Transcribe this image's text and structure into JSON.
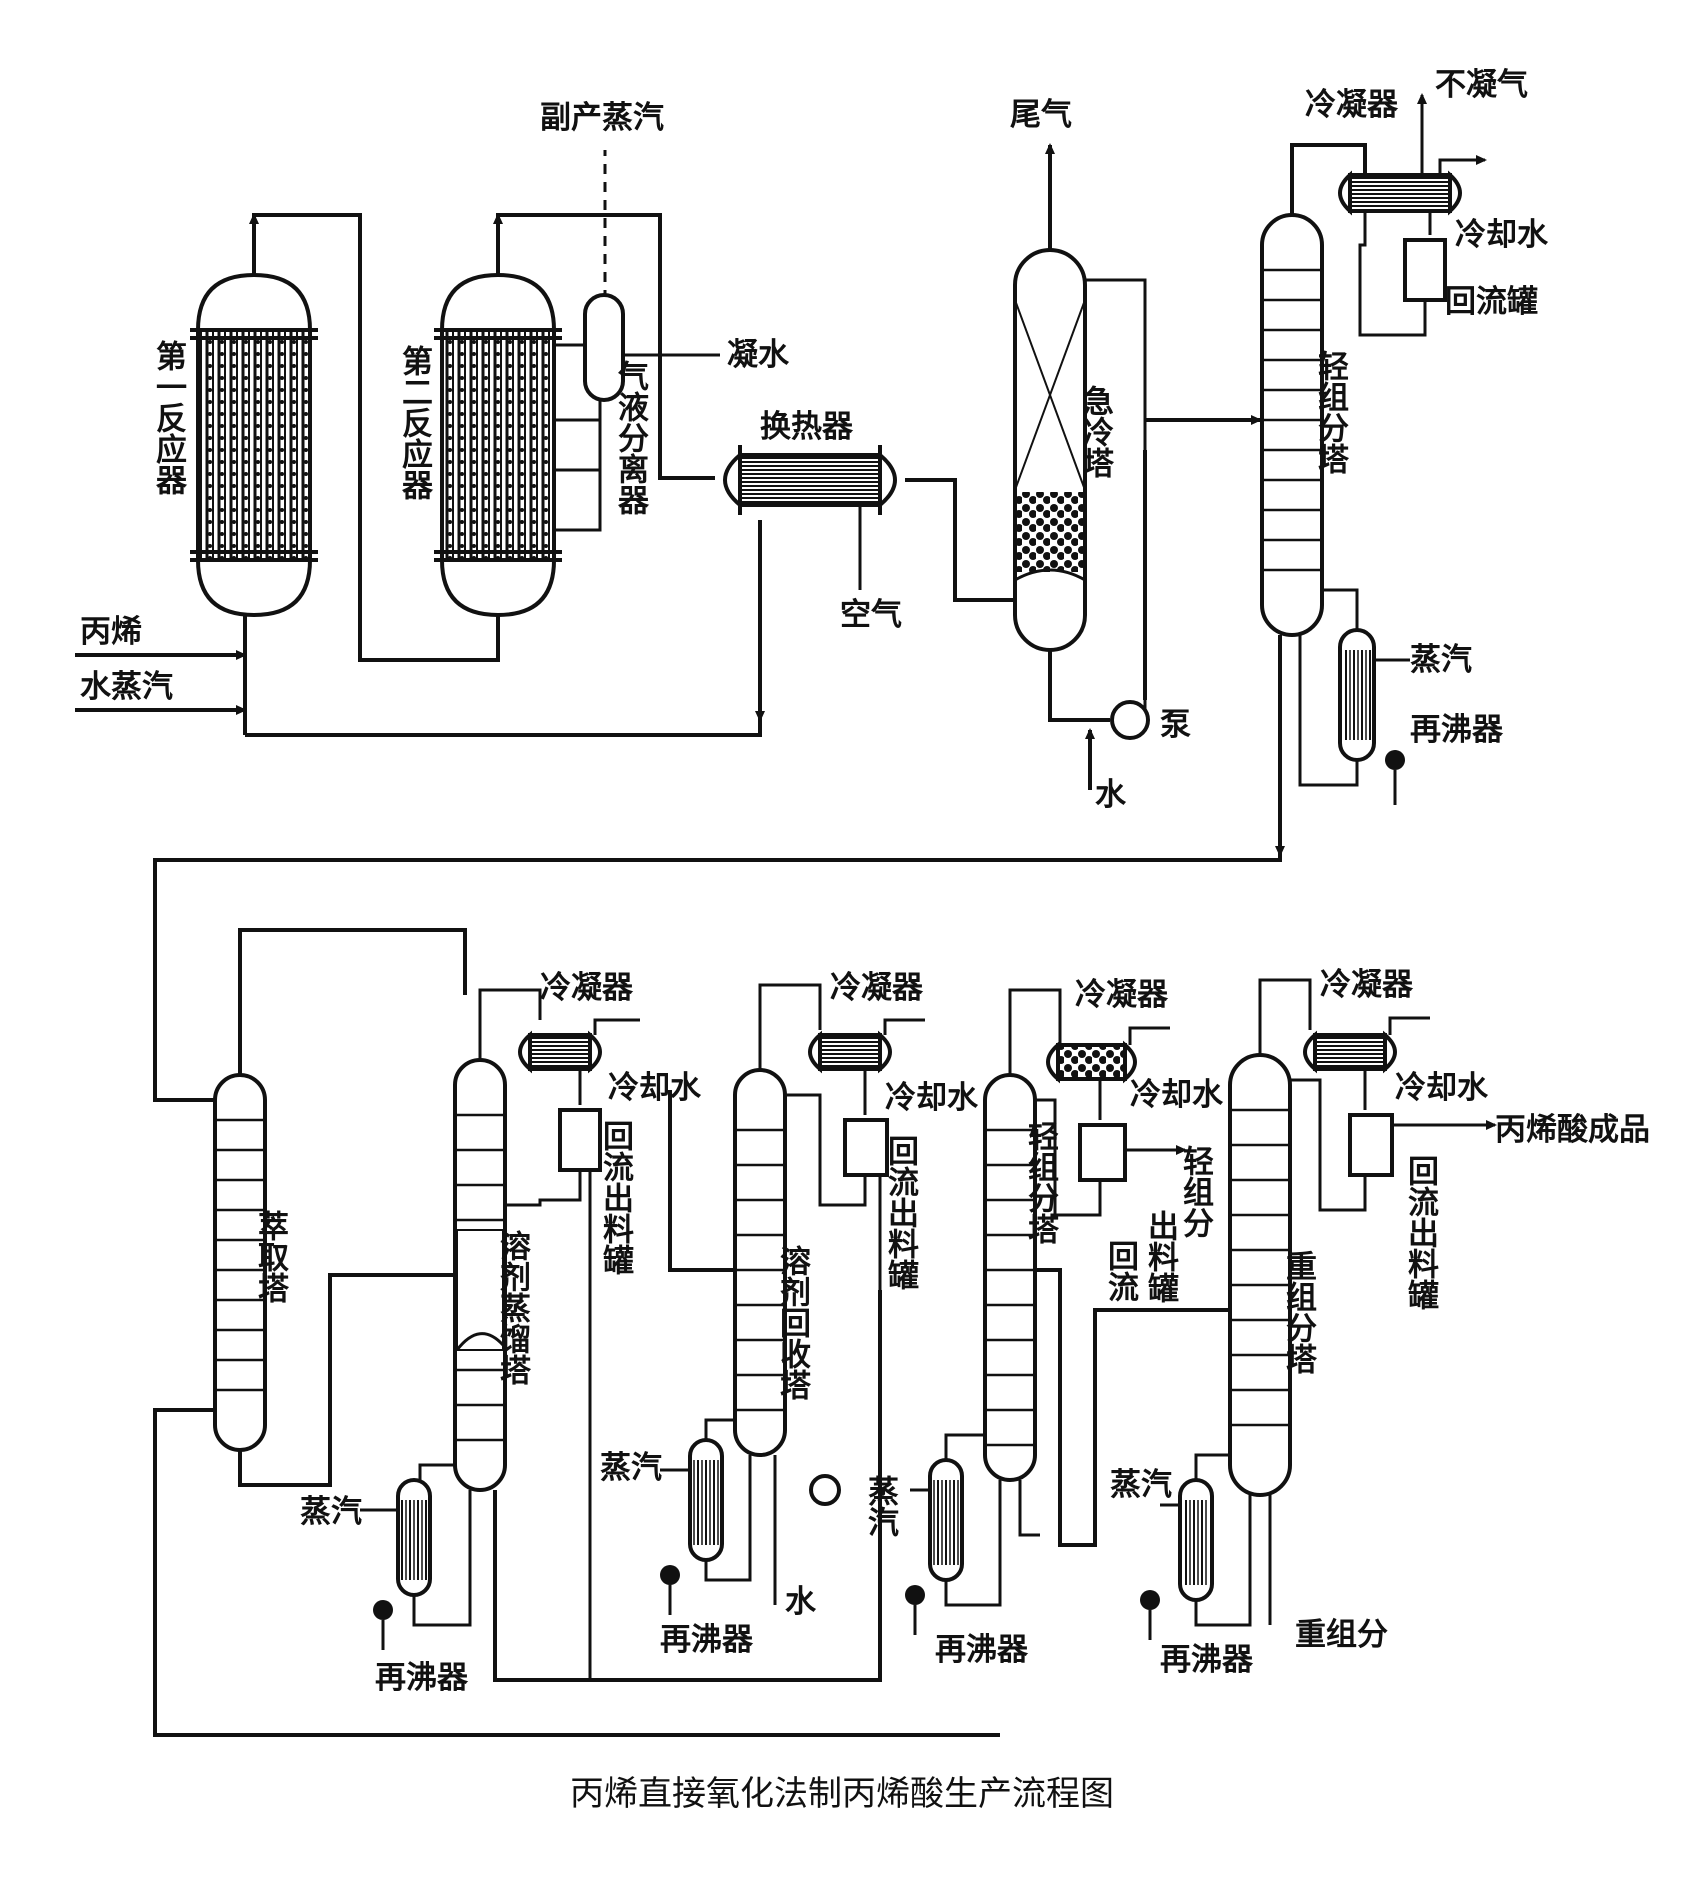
{
  "caption": "丙烯直接氧化法制丙烯酸生产流程图",
  "streams": {
    "propylene": "丙烯",
    "steam_water": "水蒸汽",
    "byproduct_steam": "副产蒸汽",
    "condensate": "凝水",
    "air": "空气",
    "tail_gas": "尾气",
    "water_in": "水",
    "noncondensable": "不凝气",
    "cooling_water": "冷却水",
    "steam": "蒸汽",
    "light_fraction": "轻组分",
    "heavy_fraction": "重组分",
    "water_out": "水",
    "product": "丙烯酸成品"
  },
  "equipment": {
    "reactor1": "第一反应器",
    "reactor2": "第二反应器",
    "gas_liquid_separator": "气液分离器",
    "heat_exchanger": "换热器",
    "quench_tower": "急冷塔",
    "pump": "泵",
    "condenser": "冷凝器",
    "reflux_drum": "回流罐",
    "light_column": "轻组分塔",
    "reboiler": "再沸器",
    "extraction_tower": "萃取塔",
    "solvent_distill": "溶剂蒸馏塔",
    "reflux_out_drum": "回流出料罐",
    "solvent_recovery": "溶剂回收塔",
    "light_column2": "轻组分塔",
    "reflux": "回流",
    "out_drum": "出料罐",
    "heavy_column": "重组分塔"
  },
  "reboiler_labels": [
    "再沸器",
    "再沸器",
    "再沸器",
    "再沸器"
  ]
}
